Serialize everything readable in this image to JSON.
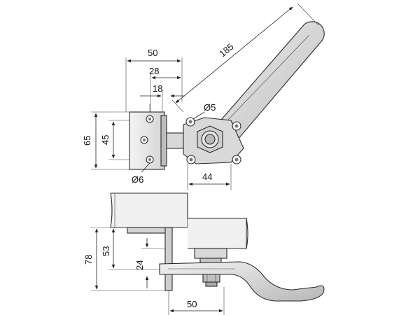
{
  "dimensions": {
    "top_width_50": "50",
    "top_width_28": "28",
    "top_width_18": "18",
    "arm_length": "185",
    "hole_small": "Ø5",
    "height_65": "65",
    "height_45": "45",
    "hole_large": "Ø6",
    "base_44": "44",
    "side_78": "78",
    "side_53": "53",
    "side_24": "24",
    "bottom_50": "50"
  },
  "colors": {
    "metal_light": "#e8e8e8",
    "metal_mid": "#c9c9c9",
    "metal_dark": "#9a9a9a",
    "line": "#222222"
  }
}
